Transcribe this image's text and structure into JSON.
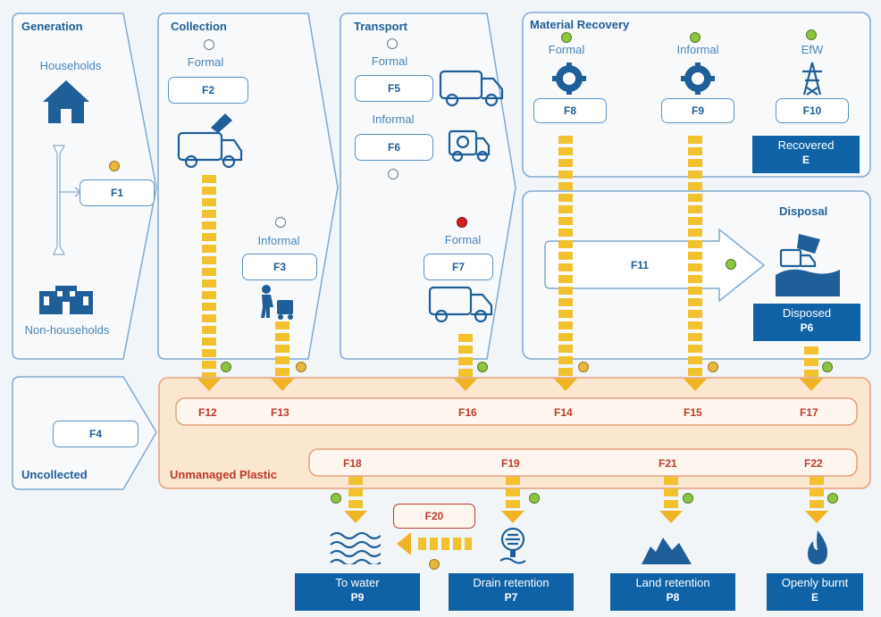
{
  "stages": {
    "generation": "Generation",
    "collection": "Collection",
    "transport": "Transport",
    "material_recovery": "Material Recovery",
    "disposal": "Disposal",
    "uncollected": "Uncollected",
    "unmanaged": "Unmanaged Plastic"
  },
  "generation": {
    "households": "Households",
    "non_households": "Non-households"
  },
  "labels": {
    "formal": "Formal",
    "informal": "Informal",
    "efw": "EfW"
  },
  "flows": {
    "F1": "F1",
    "F2": "F2",
    "F3": "F3",
    "F4": "F4",
    "F5": "F5",
    "F6": "F6",
    "F7": "F7",
    "F8": "F8",
    "F9": "F9",
    "F10": "F10",
    "F11": "F11",
    "F12": "F12",
    "F13": "F13",
    "F14": "F14",
    "F15": "F15",
    "F16": "F16",
    "F17": "F17",
    "F18": "F18",
    "F19": "F19",
    "F20": "F20",
    "F21": "F21",
    "F22": "F22"
  },
  "outputs": {
    "recovered": {
      "label": "Recovered",
      "code": "E"
    },
    "disposed": {
      "label": "Disposed",
      "code": "P6"
    },
    "to_water": {
      "label": "To water",
      "code": "P9"
    },
    "drain": {
      "label": "Drain retention",
      "code": "P7"
    },
    "land": {
      "label": "Land retention",
      "code": "P8"
    },
    "burnt": {
      "label": "Openly burnt",
      "code": "E"
    }
  },
  "colors": {
    "primary": "#1f5f99",
    "dark_box": "#0f62a6",
    "flow": "#f0b323",
    "unmanaged_fill": "#fbe6cf",
    "unmanaged_text": "#c0392b"
  },
  "icons": [
    "house-icon",
    "building-icon",
    "garbage-truck-icon",
    "waste-picker-icon",
    "recycle-truck-icon",
    "recycle-gear-icon",
    "pylon-icon",
    "landfill-icon",
    "water-icon",
    "drain-icon",
    "land-icon",
    "fire-icon"
  ]
}
